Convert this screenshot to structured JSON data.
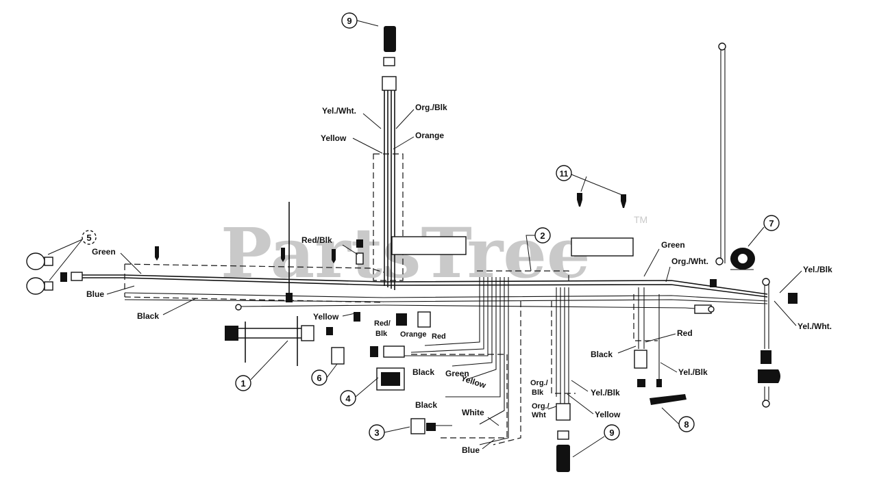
{
  "watermark": {
    "text": "PartsTree",
    "trademark": "TM"
  },
  "callouts": {
    "c1": "1",
    "c2": "2",
    "c3": "3",
    "c4": "4",
    "c5": "5",
    "c6": "6",
    "c7": "7",
    "c8": "8",
    "c9_top": "9",
    "c9_bottom": "9",
    "c11": "11"
  },
  "wire_labels": {
    "yel_wht_top": "Yel./Wht.",
    "org_blk_top": "Org./Blk",
    "yellow_top": "Yellow",
    "orange_top": "Orange",
    "red_blk_left": "Red/Blk",
    "green_left": "Green",
    "blue_left": "Blue",
    "black_left": "Black",
    "yellow_mid": "Yellow",
    "red_blk_mid": "Red/",
    "blk_mid": "Blk",
    "orange_mid": "Orange",
    "red_mid": "Red",
    "black_mid": "Black",
    "green_mid": "Green",
    "yellow_mid2": "Yellow",
    "black_lower": "Black",
    "white_lower": "White",
    "blue_lower": "Blue",
    "org_a": "Org./",
    "blk_a": "Blk",
    "org_b": "Org./",
    "wht_b": "Wht",
    "yel_blk_mid": "Yel./Blk",
    "yellow_lower_right": "Yellow",
    "green_right": "Green",
    "org_wht_right": "Org./Wht.",
    "yel_blk_far": "Yel./Blk",
    "yel_wht_far": "Yel./Wht.",
    "red_right": "Red",
    "black_right": "Black",
    "yel_blk_right": "Yel./Blk"
  }
}
